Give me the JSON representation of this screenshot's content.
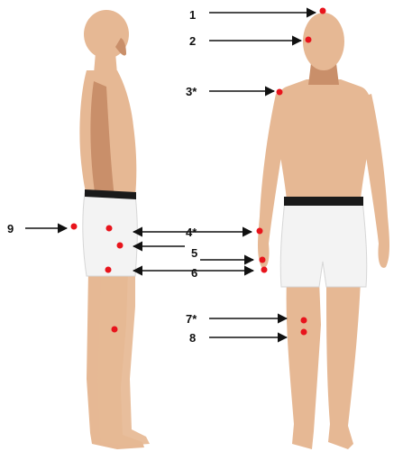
{
  "colors": {
    "skin": "#e6b894",
    "skin_shade": "#c98f6a",
    "shorts": "#f3f3f3",
    "shorts_shade": "#d6d6d6",
    "waistband": "#1a1a1a",
    "marker": "#e8141c",
    "arrow": "#111111"
  },
  "figures": [
    {
      "view": "side",
      "icon": "human-figure-side-view"
    },
    {
      "view": "front",
      "icon": "human-figure-front-view"
    }
  ],
  "labels": [
    {
      "id": "l1",
      "text": "1"
    },
    {
      "id": "l2",
      "text": "2"
    },
    {
      "id": "l3",
      "text": "3*"
    },
    {
      "id": "l4",
      "text": "4*"
    },
    {
      "id": "l5",
      "text": "5"
    },
    {
      "id": "l6",
      "text": "6"
    },
    {
      "id": "l7",
      "text": "7*"
    },
    {
      "id": "l8",
      "text": "8"
    },
    {
      "id": "l9",
      "text": "9"
    }
  ]
}
